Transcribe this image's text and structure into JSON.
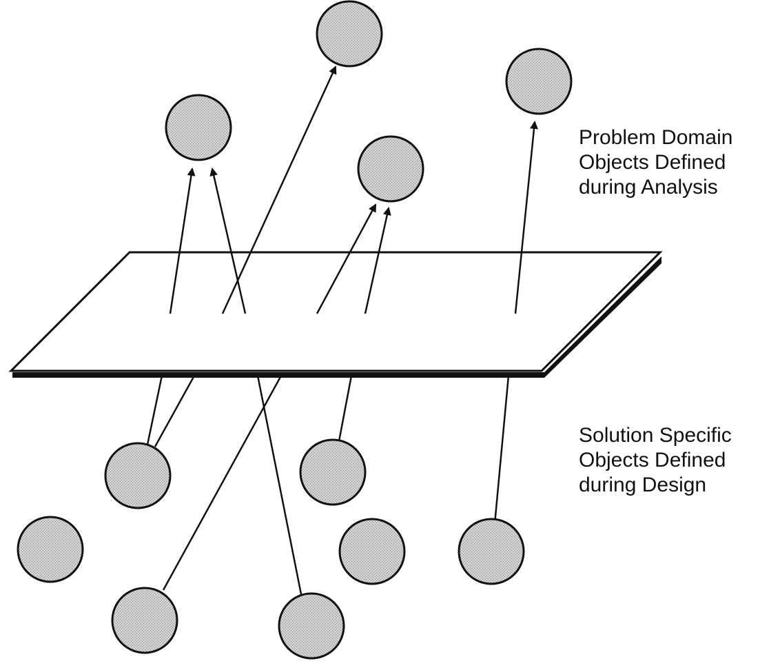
{
  "labels": {
    "problem_domain": [
      "Problem Domain",
      "Objects Defined",
      "during Analysis"
    ],
    "solution_specific": [
      "Solution Specific",
      "Objects Defined",
      "during Design"
    ]
  },
  "colors": {
    "ink": "#111111",
    "object_fill": "#c8c8c8",
    "background": "#ffffff"
  }
}
